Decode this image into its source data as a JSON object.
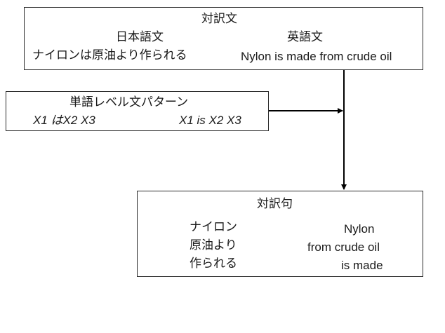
{
  "parallel_sentence": {
    "title": "対訳文",
    "japanese_header": "日本語文",
    "english_header": "英語文",
    "japanese_sentence": "ナイロンは原油より作られる",
    "english_sentence": "Nylon is made from crude oil"
  },
  "pattern": {
    "title": "単語レベル文パターン",
    "japanese_pattern": "X1 はX2  X3",
    "english_pattern": "X1 is X2 X3"
  },
  "phrase_pairs": {
    "title": "対訳句",
    "pairs": [
      {
        "japanese": "ナイロン",
        "english": "Nylon"
      },
      {
        "japanese": "原油より",
        "english": "from crude oil"
      },
      {
        "japanese": "作られる",
        "english": "is made"
      }
    ]
  }
}
